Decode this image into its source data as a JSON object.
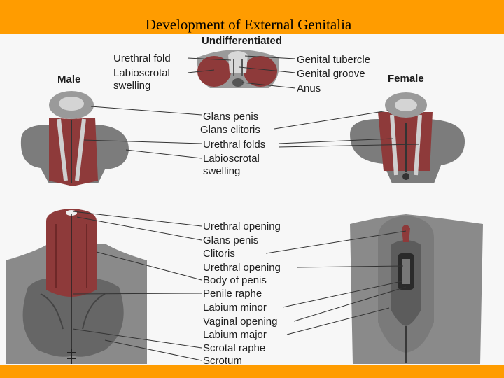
{
  "slide": {
    "title": "Development of External Genitalia",
    "colors": {
      "frame": "#ff9c00",
      "panel": "#f7f7f7",
      "tissue": "#8e3a3a"
    }
  },
  "diagram": {
    "stage_labels": {
      "undifferentiated": "Undifferentiated",
      "male": "Male",
      "female": "Female"
    },
    "undifferentiated_left_labels": [
      "Urethral fold",
      "Labioscrotal",
      "swelling"
    ],
    "undifferentiated_right_labels": [
      "Genital tubercle",
      "Genital groove",
      "Anus"
    ],
    "middle_labels": [
      "Glans penis",
      "Glans clitoris",
      "Urethral folds",
      "Labioscrotal",
      "swelling"
    ],
    "lower_labels": [
      "Urethral opening",
      "Glans penis",
      "Clitoris",
      "Urethral opening",
      "Body of penis",
      "Penile raphe",
      "Labium minor",
      "Vaginal opening",
      "Labium major",
      "Scrotal raphe",
      "Scrotum"
    ]
  }
}
